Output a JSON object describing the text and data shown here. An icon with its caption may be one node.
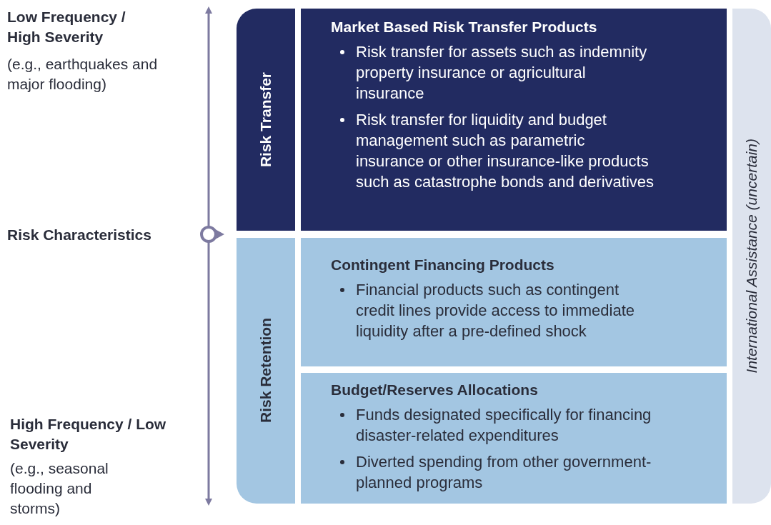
{
  "diagram": {
    "nodes": [
      {
        "text": [
          "Risk Transfer"
        ]
      },
      {
        "text": [
          "Market Based Risk Transfer Products",
          "Risk transfer for assets such as indemnity property insurance or agricultural insurance",
          "Risk transfer for liquidity and budget management such as parametric insurance  or other  insurance-like products such as catastrophe bonds and derivatives"
        ]
      },
      {
        "text": [
          "Risk Retention"
        ]
      },
      {
        "text": [
          "Contingent Financing Products",
          "Financial products such as contingent credit lines provide access to immediate liquidity after a pre-defined shock"
        ]
      },
      {
        "text": [
          "Budget/Reserves Allocations",
          "Funds designated specifically for financing disaster-related expenditures",
          "Diverted spending from other government-planned programs"
        ]
      },
      {
        "text": [
          "International Assistance (uncertain)"
        ]
      }
    ],
    "edges": [],
    "labels": [
      "Low Frequency / High Severity",
      "(e.g., earthquakes and major flooding)",
      "Risk Characteristics",
      "High Frequency / Low Severity",
      "(e.g., seasonal flooding and storms)"
    ]
  }
}
